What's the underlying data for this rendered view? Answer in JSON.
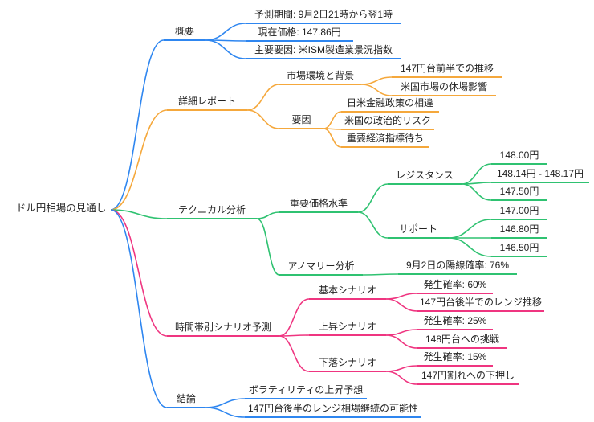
{
  "colors": {
    "branch_overview": "#2E86F0",
    "branch_detail": "#F5A83C",
    "branch_technical": "#2FC271",
    "branch_scenario": "#EF3580",
    "branch_conclusion": "#2E86F0",
    "text": "#222222"
  },
  "mindmap": {
    "root": "ドル円相場の見通し",
    "branches": [
      {
        "label": "概要",
        "children": [
          {
            "label": "予測期間: 9月2日21時から翌1時"
          },
          {
            "label": "現在価格: 147.86円"
          },
          {
            "label": "主要要因: 米ISM製造業景況指数"
          }
        ]
      },
      {
        "label": "詳細レポート",
        "children": [
          {
            "label": "市場環境と背景",
            "children": [
              {
                "label": "147円台前半での推移"
              },
              {
                "label": "米国市場の休場影響"
              }
            ]
          },
          {
            "label": "要因",
            "children": [
              {
                "label": "日米金融政策の相違"
              },
              {
                "label": "米国の政治的リスク"
              },
              {
                "label": "重要経済指標待ち"
              }
            ]
          }
        ]
      },
      {
        "label": "テクニカル分析",
        "children": [
          {
            "label": "重要価格水準",
            "children": [
              {
                "label": "レジスタンス",
                "children": [
                  {
                    "label": "148.00円"
                  },
                  {
                    "label": "148.14円 - 148.17円"
                  },
                  {
                    "label": "147.50円"
                  }
                ]
              },
              {
                "label": "サポート",
                "children": [
                  {
                    "label": "147.00円"
                  },
                  {
                    "label": "146.80円"
                  },
                  {
                    "label": "146.50円"
                  }
                ]
              }
            ]
          },
          {
            "label": "アノマリー分析",
            "children": [
              {
                "label": "9月2日の陽線確率: 76%"
              }
            ]
          }
        ]
      },
      {
        "label": "時間帯別シナリオ予測",
        "children": [
          {
            "label": "基本シナリオ",
            "children": [
              {
                "label": "発生確率: 60%"
              },
              {
                "label": "147円台後半でのレンジ推移"
              }
            ]
          },
          {
            "label": "上昇シナリオ",
            "children": [
              {
                "label": "発生確率: 25%"
              },
              {
                "label": "148円台への挑戦"
              }
            ]
          },
          {
            "label": "下落シナリオ",
            "children": [
              {
                "label": "発生確率: 15%"
              },
              {
                "label": "147円割れへの下押し"
              }
            ]
          }
        ]
      },
      {
        "label": "結論",
        "children": [
          {
            "label": "ボラティリティの上昇予想"
          },
          {
            "label": "147円台後半のレンジ相場継続の可能性"
          }
        ]
      }
    ]
  }
}
